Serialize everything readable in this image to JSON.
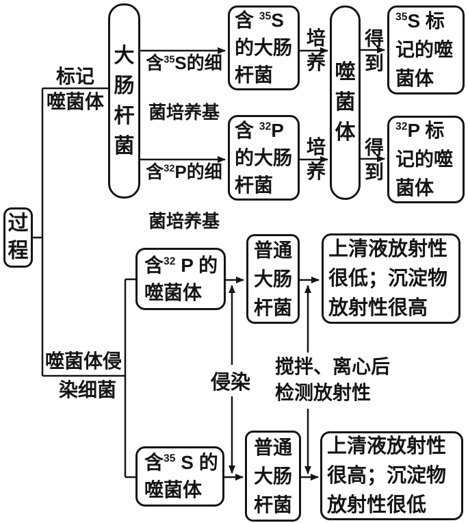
{
  "colors": {
    "ink": "#141414",
    "background": "#ffffff"
  },
  "root": {
    "label": "过\n程"
  },
  "branches": {
    "marking": {
      "label_top": "标记",
      "label_bottom": "噬菌体"
    },
    "infection": {
      "label_top": "噬菌体侵",
      "label_bottom": "染细菌"
    }
  },
  "marking_flow": {
    "host_box": "大\n肠\n杆\n菌",
    "phage_box": "噬\n菌\n体",
    "s35": {
      "medium_label": {
        "pre": "含",
        "sup": "35",
        "post": "S的细",
        "line2": "菌培养基"
      },
      "ecoli_box": {
        "pre": "含 ",
        "sup": "35",
        "post": "S",
        "line2": "的大肠",
        "line3": "杆菌"
      },
      "culture_label": "培\n养",
      "obtain_label": "得\n到",
      "result_box": {
        "pre": "",
        "sup": "35",
        "post": "S 标",
        "line2": "记的噬",
        "line3": "菌体"
      }
    },
    "p32": {
      "medium_label": {
        "pre": "含",
        "sup": "32",
        "post": "P的细",
        "line2": "菌培养基"
      },
      "ecoli_box": {
        "pre": "含 ",
        "sup": "32",
        "post": "P",
        "line2": "的大肠",
        "line3": "杆菌"
      },
      "culture_label": "培\n养",
      "obtain_label": "得\n到",
      "result_box": {
        "pre": "",
        "sup": "32",
        "post": "P 标",
        "line2": "记的噬",
        "line3": "菌体"
      }
    }
  },
  "infection_flow": {
    "p32_phage_box": {
      "pre": "含",
      "sup": "32",
      "post": " P 的",
      "line2": "噬菌体"
    },
    "s35_phage_box": {
      "pre": "含",
      "sup": "35",
      "post": " S 的",
      "line2": "噬菌体"
    },
    "host_top_box": "普通\n大肠\n杆菌",
    "host_bottom_box": "普通\n大肠\n杆菌",
    "result_top_box": "上清液放射性\n很低；沉淀物\n放射性很高",
    "result_bottom_box": "上清液放射性\n很高；沉淀物\n放射性很低",
    "infect_label": "侵染",
    "detect_label": "搅拌、离心后\n检测放射性"
  }
}
